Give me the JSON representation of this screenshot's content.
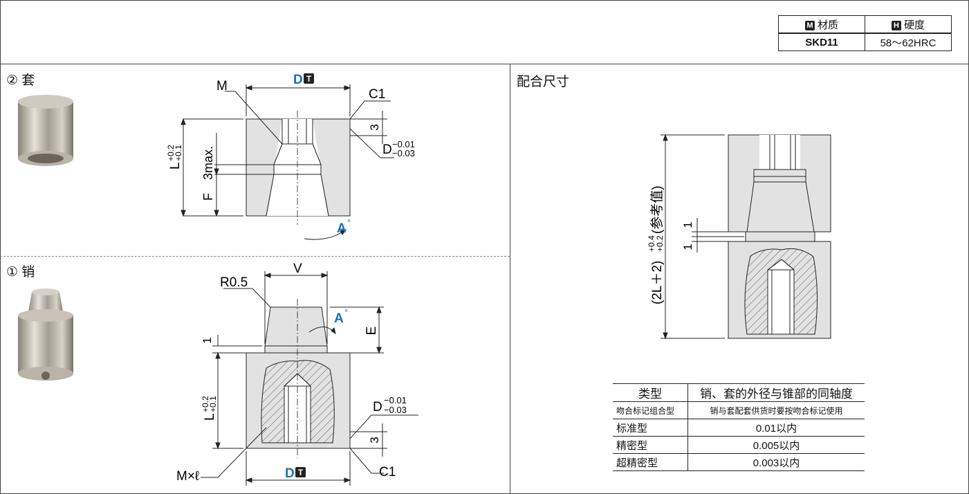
{
  "spec_table": {
    "material_badge": "M",
    "material_header": "材质",
    "hardness_badge": "H",
    "hardness_header": "硬度",
    "material_value": "SKD11",
    "hardness_value": "58～62HRC"
  },
  "bushing": {
    "title": "② 套",
    "label_M": "M",
    "label_D": "D",
    "badge_T": "T",
    "label_C1": "C1",
    "label_3": "3",
    "label_D_tol_upper": "−0.01",
    "label_D_tol_lower": "−0.03",
    "label_L": "L",
    "label_L_tol_upper": "+0.2",
    "label_L_tol_lower": "+0.1",
    "label_3max": "3max.",
    "label_F": "F",
    "label_A": "A",
    "label_deg": "°"
  },
  "pin": {
    "title": "① 销",
    "label_V": "V",
    "label_R05": "R0.5",
    "label_A": "A",
    "label_deg": "°",
    "label_E": "E",
    "label_1": "1",
    "label_L": "L",
    "label_L_tol_upper": "+0.2",
    "label_L_tol_lower": "+0.1",
    "label_D": "D",
    "label_D_tol_upper": "−0.01",
    "label_D_tol_lower": "−0.03",
    "label_3": "3",
    "label_Ml": "M×ℓ",
    "badge_T": "T",
    "label_C1": "C1"
  },
  "fit": {
    "title": "配合尺寸",
    "vertical_label": "(2L＋2)",
    "tol_upper": "+0.4",
    "tol_lower": "+0.2",
    "ref_label": "(参考值)",
    "label_1_top": "1",
    "label_1_bottom": "1"
  },
  "conc_table": {
    "headers": [
      "类型",
      "销、套的外径与锥部的同轴度"
    ],
    "rows": [
      {
        "type": "吻合标记组合型",
        "value": "销与套配套供货时要按吻合标记使用"
      },
      {
        "type": "标准型",
        "value": "0.01以内"
      },
      {
        "type": "精密型",
        "value": "0.005以内"
      },
      {
        "type": "超精密型",
        "value": "0.003以内"
      }
    ]
  },
  "colors": {
    "accent_blue": "#1a6fc0",
    "part_fill": "#e2e2e2",
    "line": "#222222"
  }
}
